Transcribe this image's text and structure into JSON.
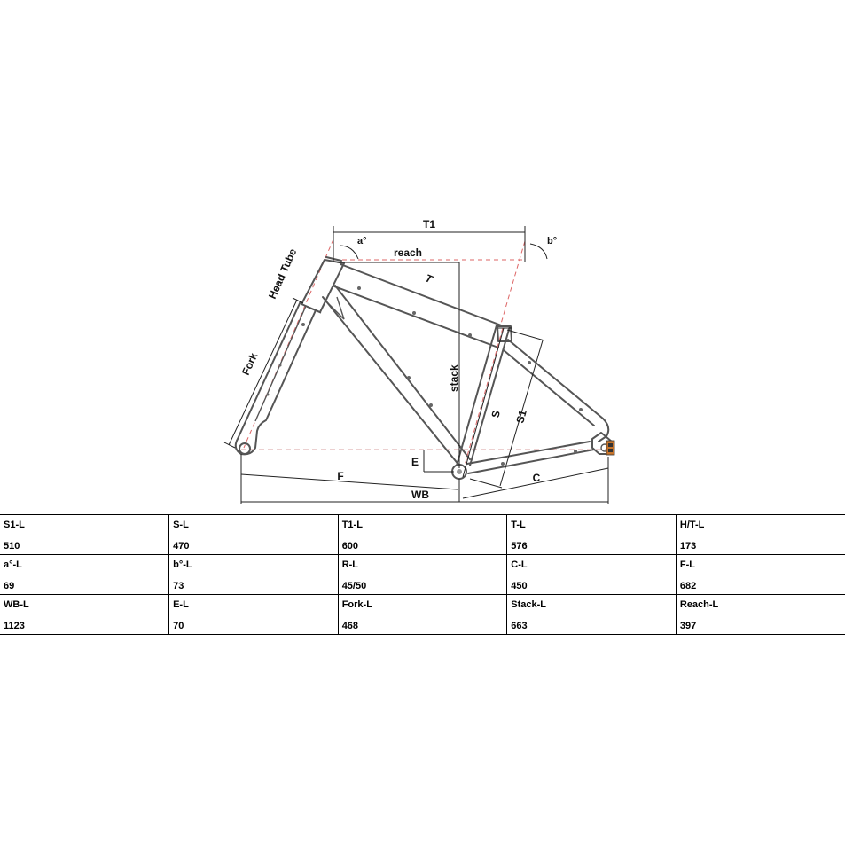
{
  "diagram": {
    "labels": {
      "t1": "T1",
      "a_angle": "a°",
      "b_angle": "b°",
      "reach": "reach",
      "t": "T",
      "head_tube": "Head Tube",
      "fork": "Fork",
      "stack": "stack",
      "s": "S",
      "s1": "S1",
      "e": "E",
      "f": "F",
      "c": "C",
      "wb": "WB"
    }
  },
  "table": {
    "rows": [
      [
        {
          "label": "S1-L",
          "value": "510"
        },
        {
          "label": "S-L",
          "value": "470"
        },
        {
          "label": "T1-L",
          "value": "600"
        },
        {
          "label": "T-L",
          "value": "576"
        },
        {
          "label": "H/T-L",
          "value": "173"
        }
      ],
      [
        {
          "label": "a°-L",
          "value": "69"
        },
        {
          "label": "b°-L",
          "value": "73"
        },
        {
          "label": "R-L",
          "value": "45/50"
        },
        {
          "label": "C-L",
          "value": "450"
        },
        {
          "label": "F-L",
          "value": "682"
        }
      ],
      [
        {
          "label": "WB-L",
          "value": "1123"
        },
        {
          "label": "E-L",
          "value": "70"
        },
        {
          "label": "Fork-L",
          "value": "468"
        },
        {
          "label": "Stack-L",
          "value": "663"
        },
        {
          "label": "Reach-L",
          "value": "397"
        }
      ]
    ]
  }
}
